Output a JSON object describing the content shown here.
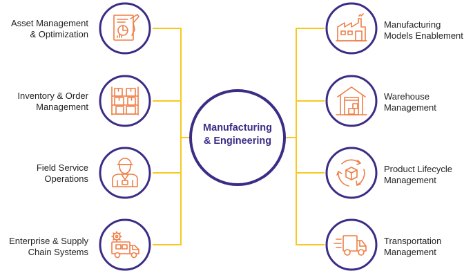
{
  "colors": {
    "accent": "#f7c81e",
    "circle": "#3b2c86",
    "icon": "#ef7d45",
    "text": "#1f1f1f"
  },
  "center": {
    "line1": "Manufacturing",
    "line2": "& Engineering"
  },
  "left_items": [
    {
      "line1": "Asset Management",
      "line2": "& Optimization",
      "icon": "document-pie-chart-icon"
    },
    {
      "line1": "Inventory & Order",
      "line2": "Management",
      "icon": "shelves-boxes-icon"
    },
    {
      "line1": "Field Service",
      "line2": "Operations",
      "icon": "worker-icon"
    },
    {
      "line1": "Enterprise & Supply",
      "line2": "Chain Systems",
      "icon": "truck-gear-icon"
    }
  ],
  "right_items": [
    {
      "line1": "Manufacturing",
      "line2": "Models Enablement",
      "icon": "factory-icon"
    },
    {
      "line1": "Warehouse",
      "line2": "Management",
      "icon": "warehouse-icon"
    },
    {
      "line1": "Product Lifecycle",
      "line2": "Management",
      "icon": "recycle-box-icon"
    },
    {
      "line1": "Transportation",
      "line2": "Management",
      "icon": "delivery-truck-icon"
    }
  ]
}
